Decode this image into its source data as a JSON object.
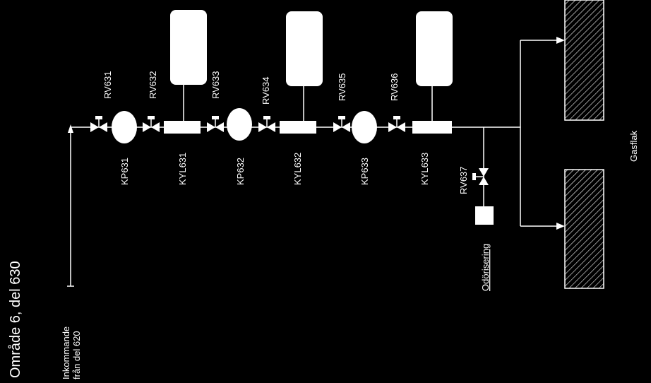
{
  "title": "Område 6, del 630",
  "incoming": {
    "line1": "Inkommande",
    "line2": "från del 620"
  },
  "valves": {
    "rv631": "RV631",
    "rv632": "RV632",
    "rv633": "RV633",
    "rv634": "RV634",
    "rv635": "RV635",
    "rv636": "RV636",
    "rv637": "RV637"
  },
  "compressors": {
    "kp631": "KP631",
    "kp632": "KP632",
    "kp633": "KP633"
  },
  "coolers": {
    "kyl631": "KYL631",
    "kyl632": "KYL632",
    "kyl633": "KYL633"
  },
  "odorization": "Odörisering",
  "gas_storage": "Gasflak",
  "colors": {
    "background": "#000000",
    "foreground": "#ffffff"
  }
}
